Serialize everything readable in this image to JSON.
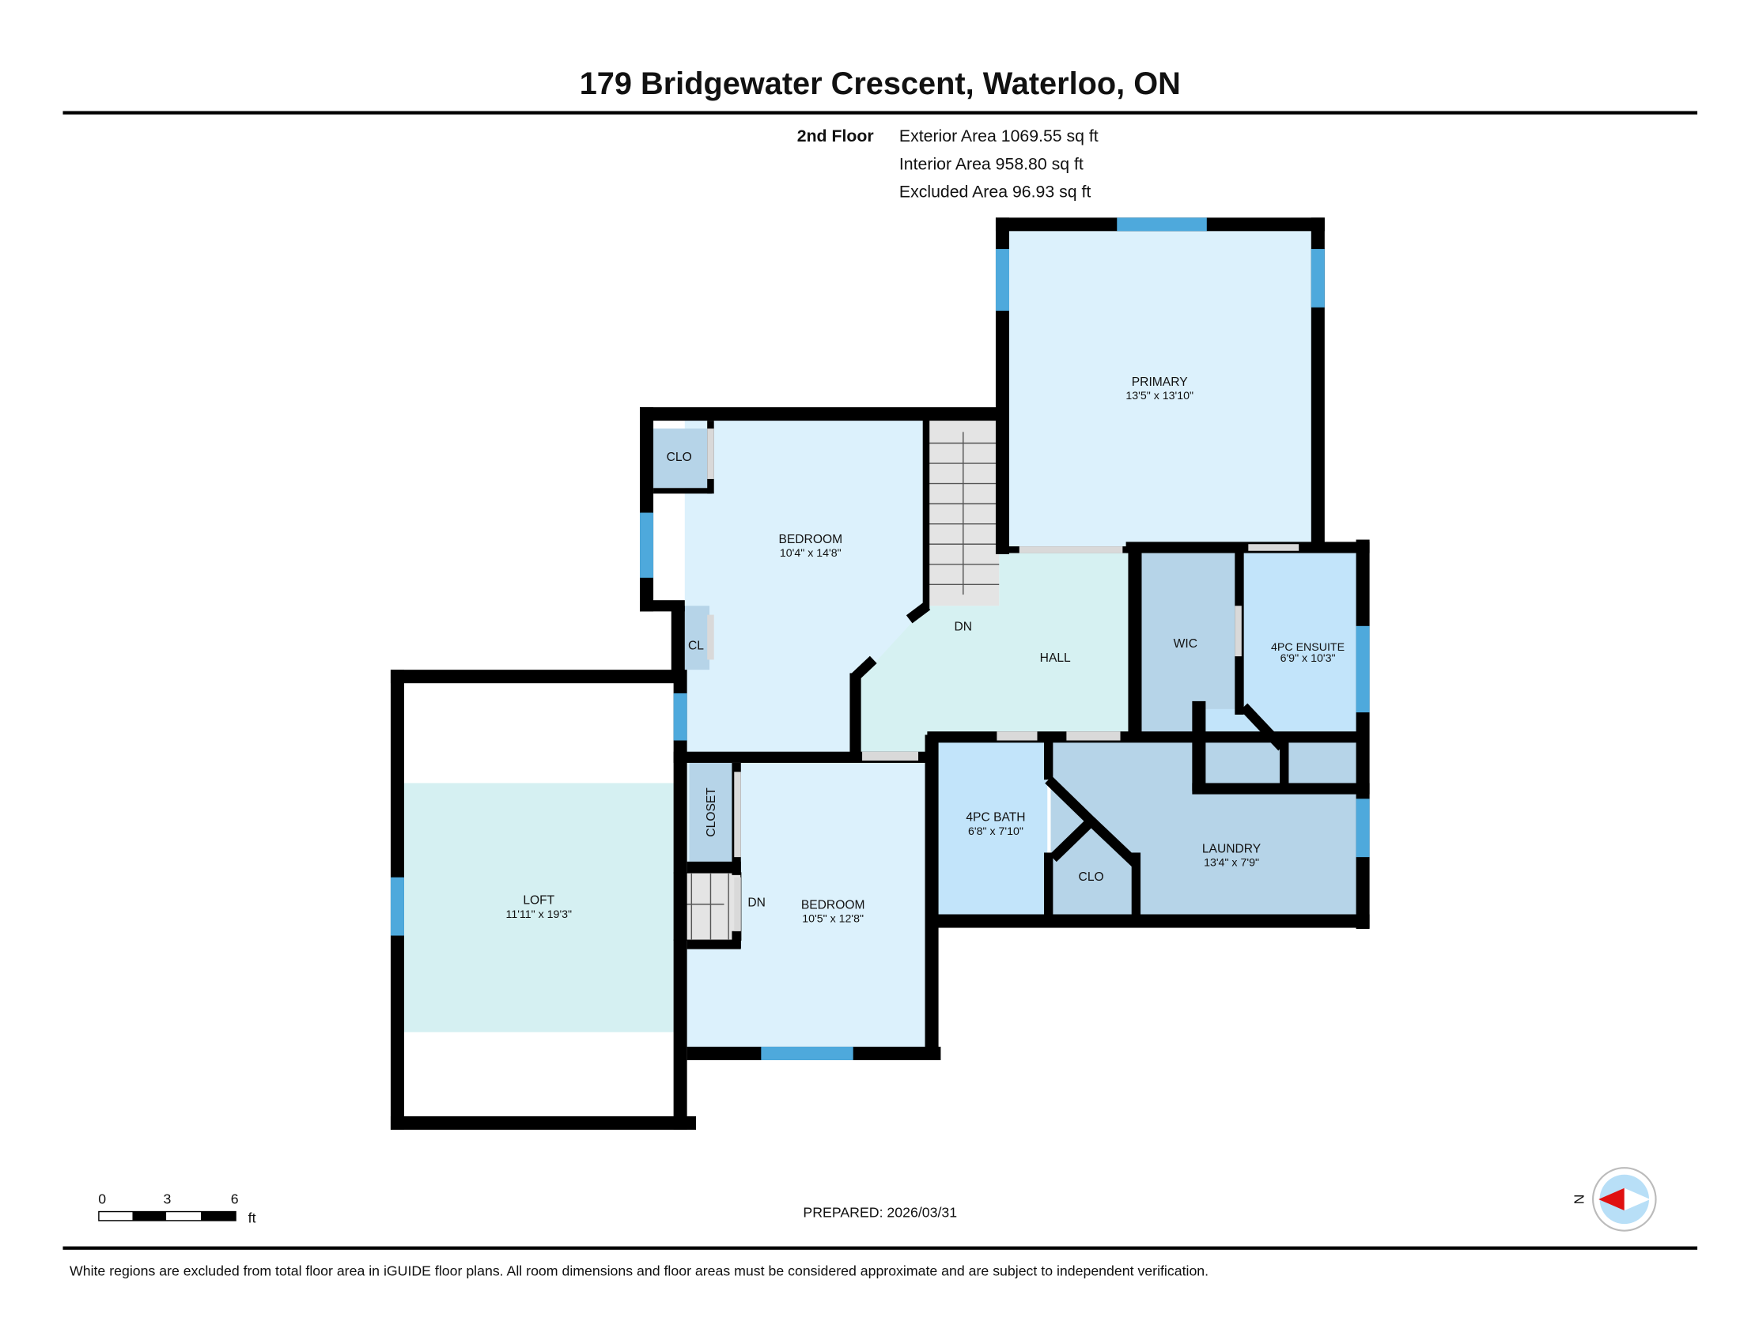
{
  "header": {
    "title": "179 Bridgewater Crescent, Waterloo, ON",
    "floor_label": "2nd Floor",
    "exterior_area": "Exterior Area 1069.55 sq ft",
    "interior_area": "Interior Area 958.80 sq ft",
    "excluded_area": "Excluded Area 96.93 sq ft"
  },
  "rooms": {
    "primary": {
      "name": "PRIMARY",
      "dims": "13'5\" x 13'10\""
    },
    "bedroom1": {
      "name": "BEDROOM",
      "dims": "10'4\" x 14'8\""
    },
    "bedroom2": {
      "name": "BEDROOM",
      "dims": "10'5\" x 12'8\""
    },
    "loft": {
      "name": "LOFT",
      "dims": "11'11\" x 19'3\""
    },
    "hall": {
      "name": "HALL"
    },
    "wic": {
      "name": "WIC"
    },
    "ensuite": {
      "name": "4PC ENSUITE",
      "dims": "6'9\" x 10'3\""
    },
    "bath": {
      "name": "4PC BATH",
      "dims": "6'8\" x 7'10\""
    },
    "laundry": {
      "name": "LAUNDRY",
      "dims": "13'4\" x 7'9\""
    },
    "clo1": {
      "name": "CLO"
    },
    "cl": {
      "name": "CL"
    },
    "closet": {
      "name": "CLOSET"
    },
    "clo2": {
      "name": "CLO"
    },
    "stairs_main": {
      "label": "DN"
    },
    "stairs_small": {
      "label": "DN"
    }
  },
  "colors": {
    "room": "#dcf1fc",
    "hall": "#d6f1f2",
    "closet": "#b6d4e8",
    "bath": "#c2e4fa",
    "window": "#4ea9dc"
  },
  "scale": {
    "ticks": [
      "0",
      "3",
      "6"
    ],
    "unit": "ft"
  },
  "compass": {
    "label": "N"
  },
  "prepared": "PREPARED: 2026/03/31",
  "footer": "White regions are excluded from total floor area in iGUIDE floor plans. All room dimensions and floor areas must be considered approximate and are subject to independent verification."
}
